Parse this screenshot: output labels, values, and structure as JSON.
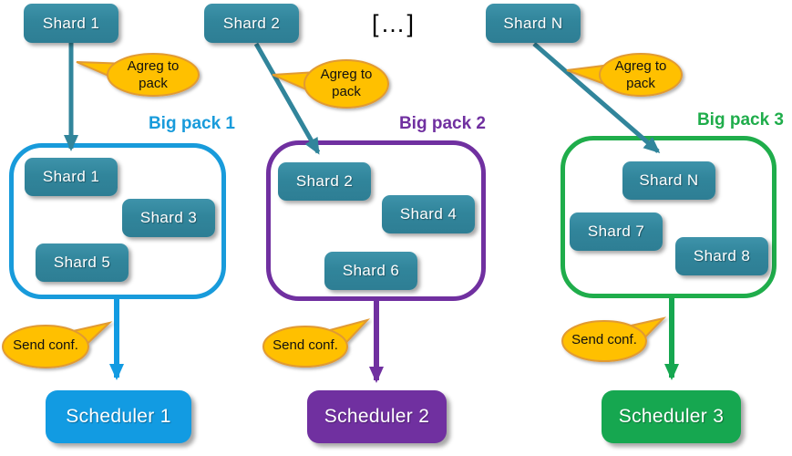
{
  "diagram": {
    "ellipsis_label": "[…]",
    "top_shards": [
      {
        "label": "Shard 1"
      },
      {
        "label": "Shard 2"
      },
      {
        "label": "Shard N"
      }
    ],
    "callout_agreg": {
      "line1": "Agreg to",
      "line2": "pack"
    },
    "callout_send": {
      "label": "Send conf."
    },
    "packs": [
      {
        "title": "Big pack 1",
        "shards": [
          "Shard 1",
          "Shard 3",
          "Shard 5"
        ],
        "scheduler": "Scheduler 1",
        "accent_color": "#189bdb",
        "scheduler_fill": "#129be2"
      },
      {
        "title": "Big pack 2",
        "shards": [
          "Shard 2",
          "Shard 4",
          "Shard 6"
        ],
        "scheduler": "Scheduler 2",
        "accent_color": "#7030a0",
        "scheduler_fill": "#7030a0"
      },
      {
        "title": "Big pack 3",
        "shards": [
          "Shard N",
          "Shard 7",
          "Shard 8"
        ],
        "scheduler": "Scheduler 3",
        "accent_color": "#1fad4b",
        "scheduler_fill": "#16a750"
      }
    ],
    "colors": {
      "shard_teal": "#31859b",
      "bubble_fill": "#ffc000",
      "bubble_stroke": "#e19a33",
      "blue": "#189bdb",
      "purple": "#7030a0",
      "green": "#1fad4b"
    }
  }
}
